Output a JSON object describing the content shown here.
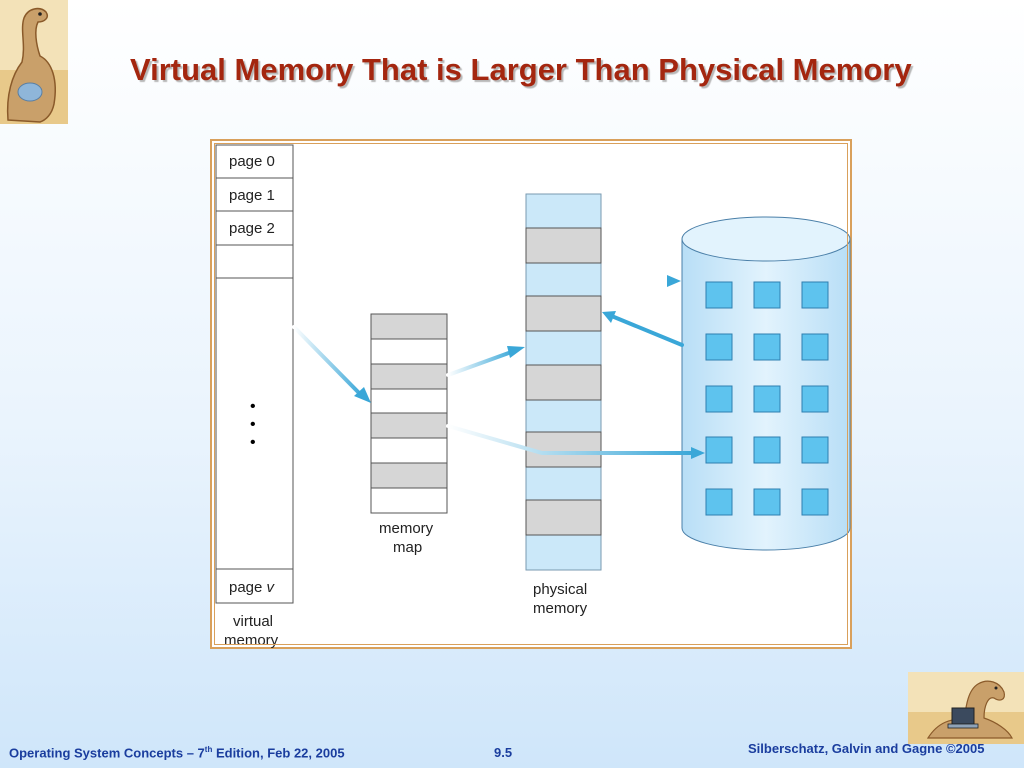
{
  "slide": {
    "title": "Virtual Memory That is Larger Than Physical Memory"
  },
  "diagram": {
    "virtual_memory": {
      "pages": [
        "page 0",
        "page 1",
        "page 2"
      ],
      "last_page_prefix": "page ",
      "last_page_var": "v",
      "ellipsis": "•",
      "label_line1": "virtual",
      "label_line2": "memory"
    },
    "memory_map": {
      "label_line1": "memory",
      "label_line2": "map"
    },
    "physical_memory": {
      "label_line1": "physical",
      "label_line2": "memory"
    }
  },
  "footer": {
    "left_text": "Operating System Concepts – 7",
    "left_sup": "th",
    "left_rest": " Edition, Feb 22, 2005",
    "page_number": "9.5",
    "right_text": "Silberschatz, Galvin and Gagne ©2005"
  },
  "colors": {
    "title": "#a4260f",
    "footer": "#1a3d9e",
    "frame": "#d9a05b",
    "light_blue": "#cbe8f9",
    "gray_block": "#d6d6d6",
    "disk_square": "#5ec3ee",
    "arrow": "#3aa7d8"
  },
  "icons": [
    "dinosaur-logo-icon",
    "dinosaur-laptop-icon"
  ]
}
